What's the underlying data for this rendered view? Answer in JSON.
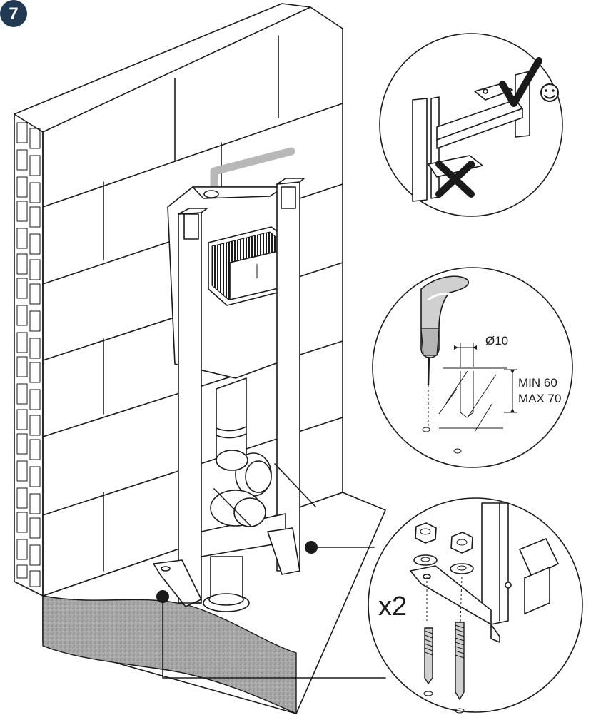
{
  "step": {
    "number": "7",
    "badge_color": "#1f3a52"
  },
  "detail_drill": {
    "diameter_label": "Ø10",
    "depth_min_label": "MIN 60",
    "depth_max_label": "MAX 70"
  },
  "detail_anchors": {
    "quantity_label": "x2"
  },
  "icons": {
    "correct": "check-mark-icon",
    "wrong": "cross-mark-icon",
    "smiley": "smiley-icon"
  },
  "colors": {
    "line": "#1a1a1a",
    "pipe": "#b8b8b8",
    "floor_section": "#9a9a9a"
  }
}
